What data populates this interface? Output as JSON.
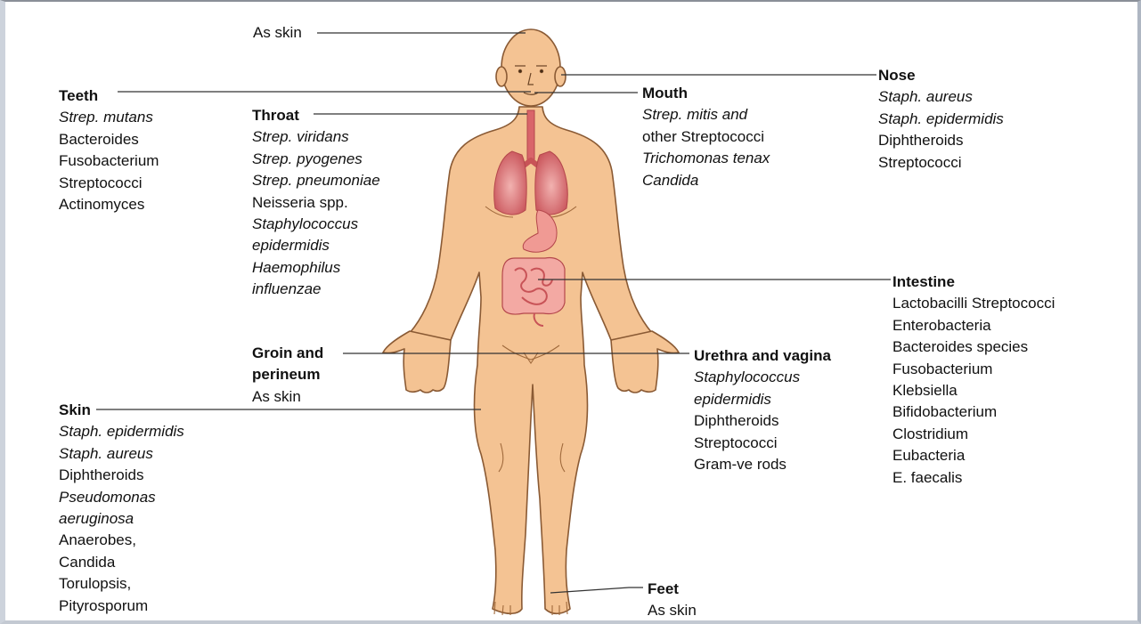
{
  "labels": {
    "head_as_skin": {
      "text": "As skin"
    },
    "teeth": {
      "title": "Teeth",
      "items": [
        {
          "text": "Strep. mutans",
          "italic": true
        },
        {
          "text": "Bacteroides",
          "italic": false
        },
        {
          "text": "Fusobacterium",
          "italic": false
        },
        {
          "text": "Streptococci",
          "italic": false
        },
        {
          "text": "Actinomyces",
          "italic": false
        }
      ]
    },
    "throat": {
      "title": "Throat",
      "items": [
        {
          "text": "Strep. viridans",
          "italic": true
        },
        {
          "text": "Strep. pyogenes",
          "italic": true
        },
        {
          "text": "Strep. pneumoniae",
          "italic": true
        },
        {
          "text": "Neisseria spp.",
          "italic": false
        },
        {
          "text": "Staphylococcus",
          "italic": true
        },
        {
          "text": "epidermidis",
          "italic": true
        },
        {
          "text": "Haemophilus",
          "italic": true
        },
        {
          "text": "influenzae",
          "italic": true
        }
      ]
    },
    "mouth": {
      "title": "Mouth",
      "items": [
        {
          "text": "Strep. mitis and",
          "italic": true
        },
        {
          "text": "other Streptococci",
          "italic": false
        },
        {
          "text": "Trichomonas tenax",
          "italic": true
        },
        {
          "text": "Candida",
          "italic": true
        }
      ]
    },
    "nose": {
      "title": "Nose",
      "items": [
        {
          "text": "Staph. aureus",
          "italic": true
        },
        {
          "text": "Staph. epidermidis",
          "italic": true
        },
        {
          "text": "Diphtheroids",
          "italic": false
        },
        {
          "text": "Streptococci",
          "italic": false
        }
      ]
    },
    "intestine": {
      "title": "Intestine",
      "items": [
        {
          "text": "Lactobacilli Streptococci",
          "italic": false
        },
        {
          "text": "Enterobacteria",
          "italic": false
        },
        {
          "text": "Bacteroides species",
          "italic": false
        },
        {
          "text": "Fusobacterium",
          "italic": false
        },
        {
          "text": "Klebsiella",
          "italic": false
        },
        {
          "text": "Bifidobacterium",
          "italic": false
        },
        {
          "text": "Clostridium",
          "italic": false
        },
        {
          "text": "Eubacteria",
          "italic": false
        },
        {
          "text": "E. faecalis",
          "italic": false
        }
      ]
    },
    "groin": {
      "title_line1": "Groin and",
      "title_line2": "perineum",
      "items": [
        {
          "text": "As skin",
          "italic": false
        }
      ]
    },
    "urethra": {
      "title": "Urethra and vagina",
      "items": [
        {
          "text": "Staphylococcus",
          "italic": true
        },
        {
          "text": "epidermidis",
          "italic": true
        },
        {
          "text": "Diphtheroids",
          "italic": false
        },
        {
          "text": "Streptococci",
          "italic": false
        },
        {
          "text": "Gram-ve rods",
          "italic": false
        }
      ]
    },
    "skin": {
      "title": "Skin",
      "items": [
        {
          "text": "Staph. epidermidis",
          "italic": true
        },
        {
          "text": "Staph. aureus",
          "italic": true
        },
        {
          "text": "Diphtheroids",
          "italic": false
        },
        {
          "text": "Pseudomonas",
          "italic": true
        },
        {
          "text": "aeruginosa",
          "italic": true
        },
        {
          "text": "Anaerobes,",
          "italic": false
        },
        {
          "text": "Candida",
          "italic": false
        },
        {
          "text": "Torulopsis,",
          "italic": false
        },
        {
          "text": "Pityrosporum",
          "italic": false
        }
      ]
    },
    "feet": {
      "title": "Feet",
      "items": [
        {
          "text": "As skin",
          "italic": false
        }
      ]
    }
  },
  "colors": {
    "skin": "#f4c393",
    "skin_outline": "#8a5a34",
    "organ": "#e6888a",
    "organ_dark": "#c85357",
    "leader_line": "#333333"
  }
}
